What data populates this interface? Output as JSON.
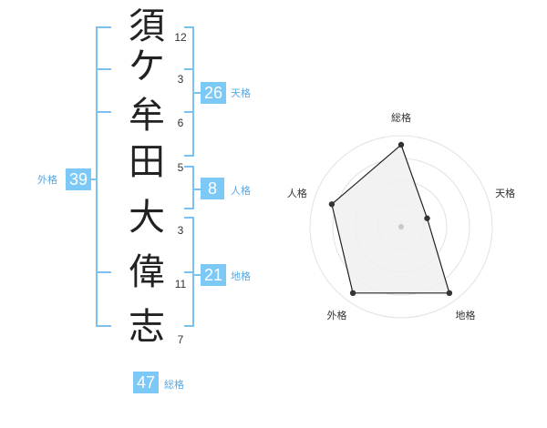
{
  "name": {
    "characters": [
      {
        "char": "須",
        "strokes": "12"
      },
      {
        "char": "ケ",
        "strokes": "3"
      },
      {
        "char": "牟",
        "strokes": "6"
      },
      {
        "char": "田",
        "strokes": "5"
      },
      {
        "char": "大",
        "strokes": "3"
      },
      {
        "char": "偉",
        "strokes": "11"
      },
      {
        "char": "志",
        "strokes": "7"
      }
    ]
  },
  "fortunes": {
    "tenkaku": {
      "value": "26",
      "label": "天格"
    },
    "jinkaku": {
      "value": "8",
      "label": "人格"
    },
    "chikaku": {
      "value": "21",
      "label": "地格"
    },
    "gaikaku": {
      "value": "39",
      "label": "外格"
    },
    "soukaku": {
      "value": "47",
      "label": "総格"
    }
  },
  "colors": {
    "accent": "#7cc8f6",
    "bracket": "#7cc2f0",
    "label_text": "#5aa8e0",
    "radar_fill": "#f0f0f0",
    "radar_ring": "#e2e2e2"
  },
  "chart_data": {
    "type": "radar",
    "axes": [
      "総格",
      "天格",
      "地格",
      "外格",
      "人格"
    ],
    "values": [
      0.9,
      0.3,
      0.9,
      0.9,
      0.8
    ],
    "scale": [
      0,
      1
    ],
    "rings": 4
  }
}
